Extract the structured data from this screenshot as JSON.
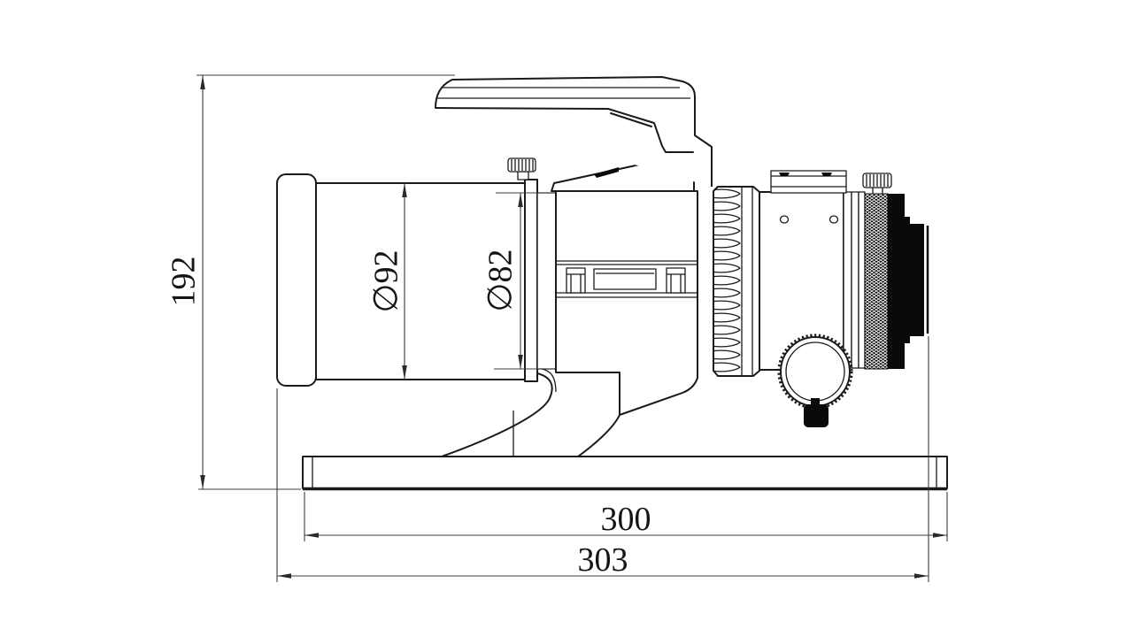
{
  "drawing": {
    "type": "technical-drawing",
    "subject": "telescope-side-view",
    "background_color": "#ffffff",
    "line_color": "#1a1a1a",
    "dimension_line_color": "#3c3c3c",
    "labels": {
      "overall_height": "192",
      "dew_shield_diameter": "∅92",
      "tube_diameter": "∅82",
      "plate_length": "300",
      "overall_length": "303"
    }
  }
}
